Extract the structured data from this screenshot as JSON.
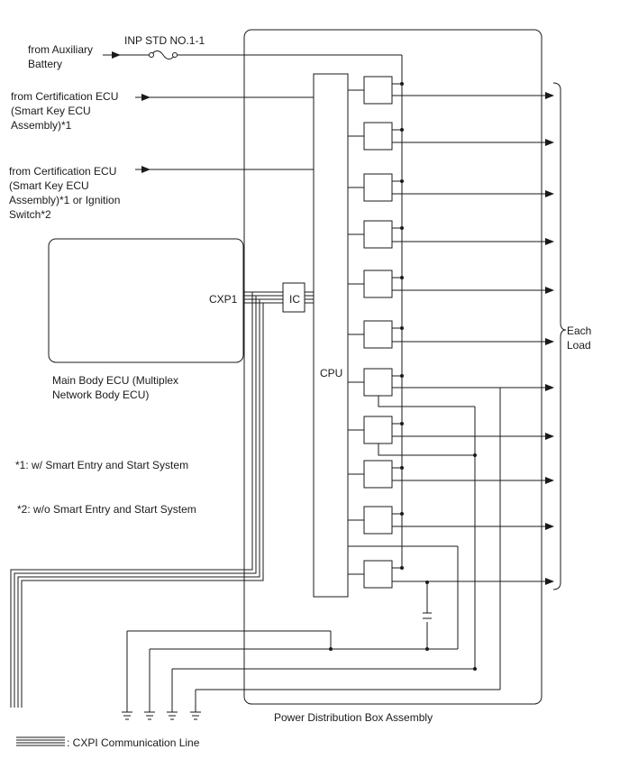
{
  "sources": {
    "aux_battery": "from Auxiliary\nBattery",
    "fuse": "INP STD NO.1-1",
    "cert_ecu_1": "from Certification ECU\n(Smart Key ECU\nAssembly)*1",
    "cert_ecu_2": "from Certification ECU\n(Smart Key ECU\nAssembly)*1 or Ignition\nSwitch*2"
  },
  "main_body_ecu": {
    "connector": "CXP1",
    "name": "Main Body ECU (Multiplex\nNetwork Body ECU)"
  },
  "pdb": {
    "ic": "IC",
    "cpu": "CPU",
    "name": "Power Distribution Box Assembly",
    "output_label": "Each\nLoad"
  },
  "notes": {
    "n1": "*1: w/ Smart Entry and Start System",
    "n2": "*2: w/o Smart Entry and Start System"
  },
  "legend": {
    "cxpi": ": CXPI Communication Line"
  }
}
